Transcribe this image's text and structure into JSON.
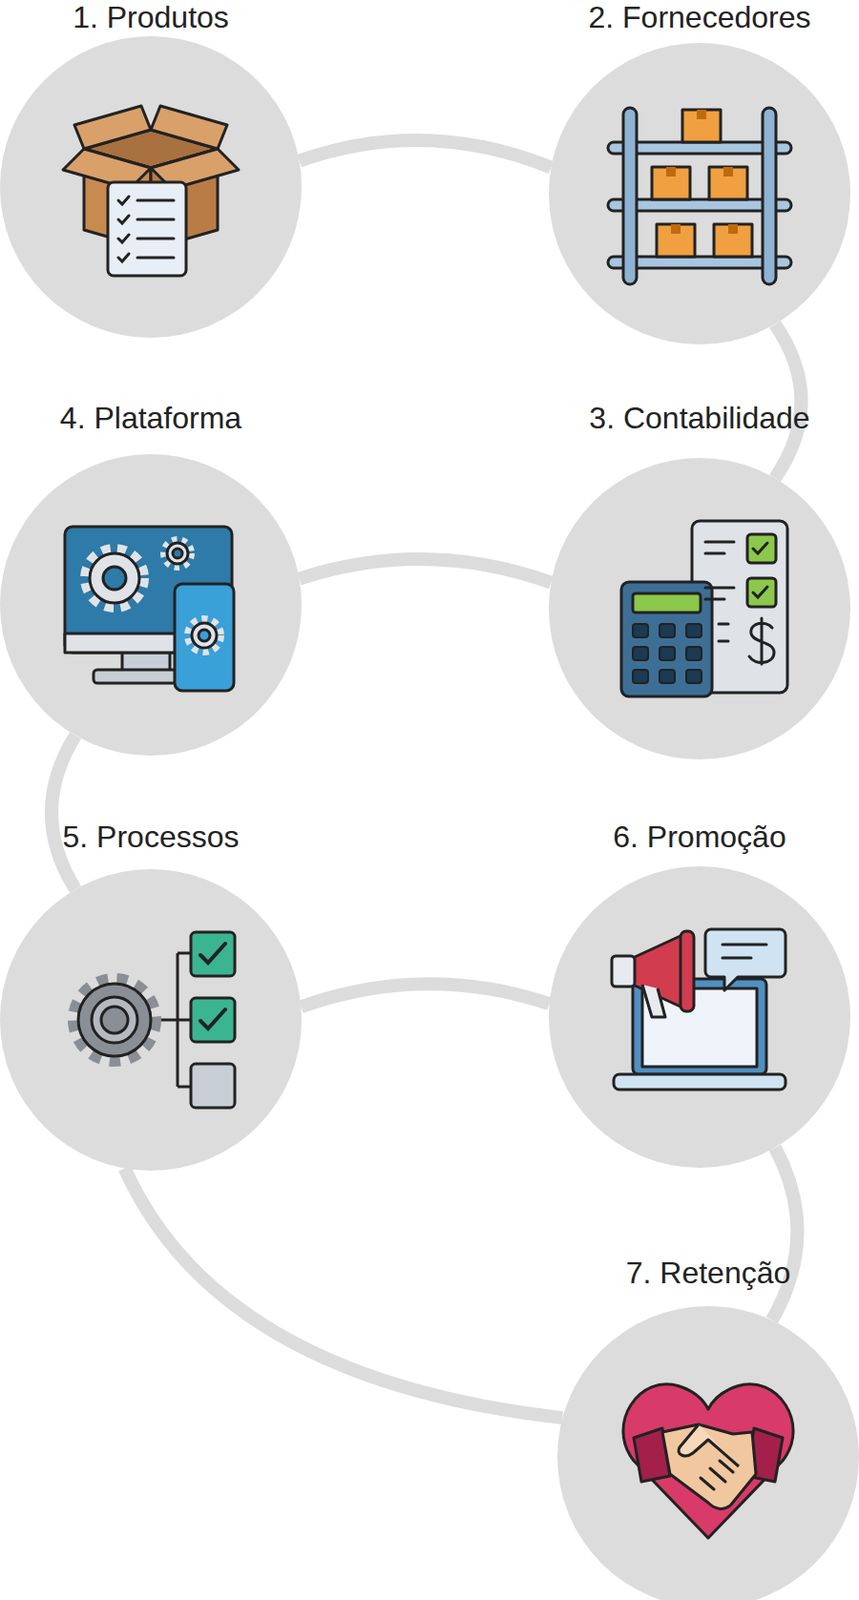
{
  "diagram": {
    "nodes": [
      {
        "text": [
          "1. Produtos"
        ]
      },
      {
        "text": [
          "2. Fornecedores"
        ]
      },
      {
        "text": [
          "3. Contabilidade"
        ]
      },
      {
        "text": [
          "4. Plataforma"
        ]
      },
      {
        "text": [
          "5. Processos"
        ]
      },
      {
        "text": [
          "6. Promoção"
        ]
      },
      {
        "text": [
          "7. Retenção"
        ]
      }
    ],
    "edges": [
      {
        "from": 0,
        "to": 1,
        "arrow": "none"
      },
      {
        "from": 1,
        "to": 2,
        "arrow": "none"
      },
      {
        "from": 2,
        "to": 3,
        "arrow": "none"
      },
      {
        "from": 3,
        "to": 4,
        "arrow": "none"
      },
      {
        "from": 4,
        "to": 5,
        "arrow": "none"
      },
      {
        "from": 5,
        "to": 6,
        "arrow": "none"
      },
      {
        "from": 4,
        "to": 6,
        "arrow": "none"
      }
    ]
  }
}
